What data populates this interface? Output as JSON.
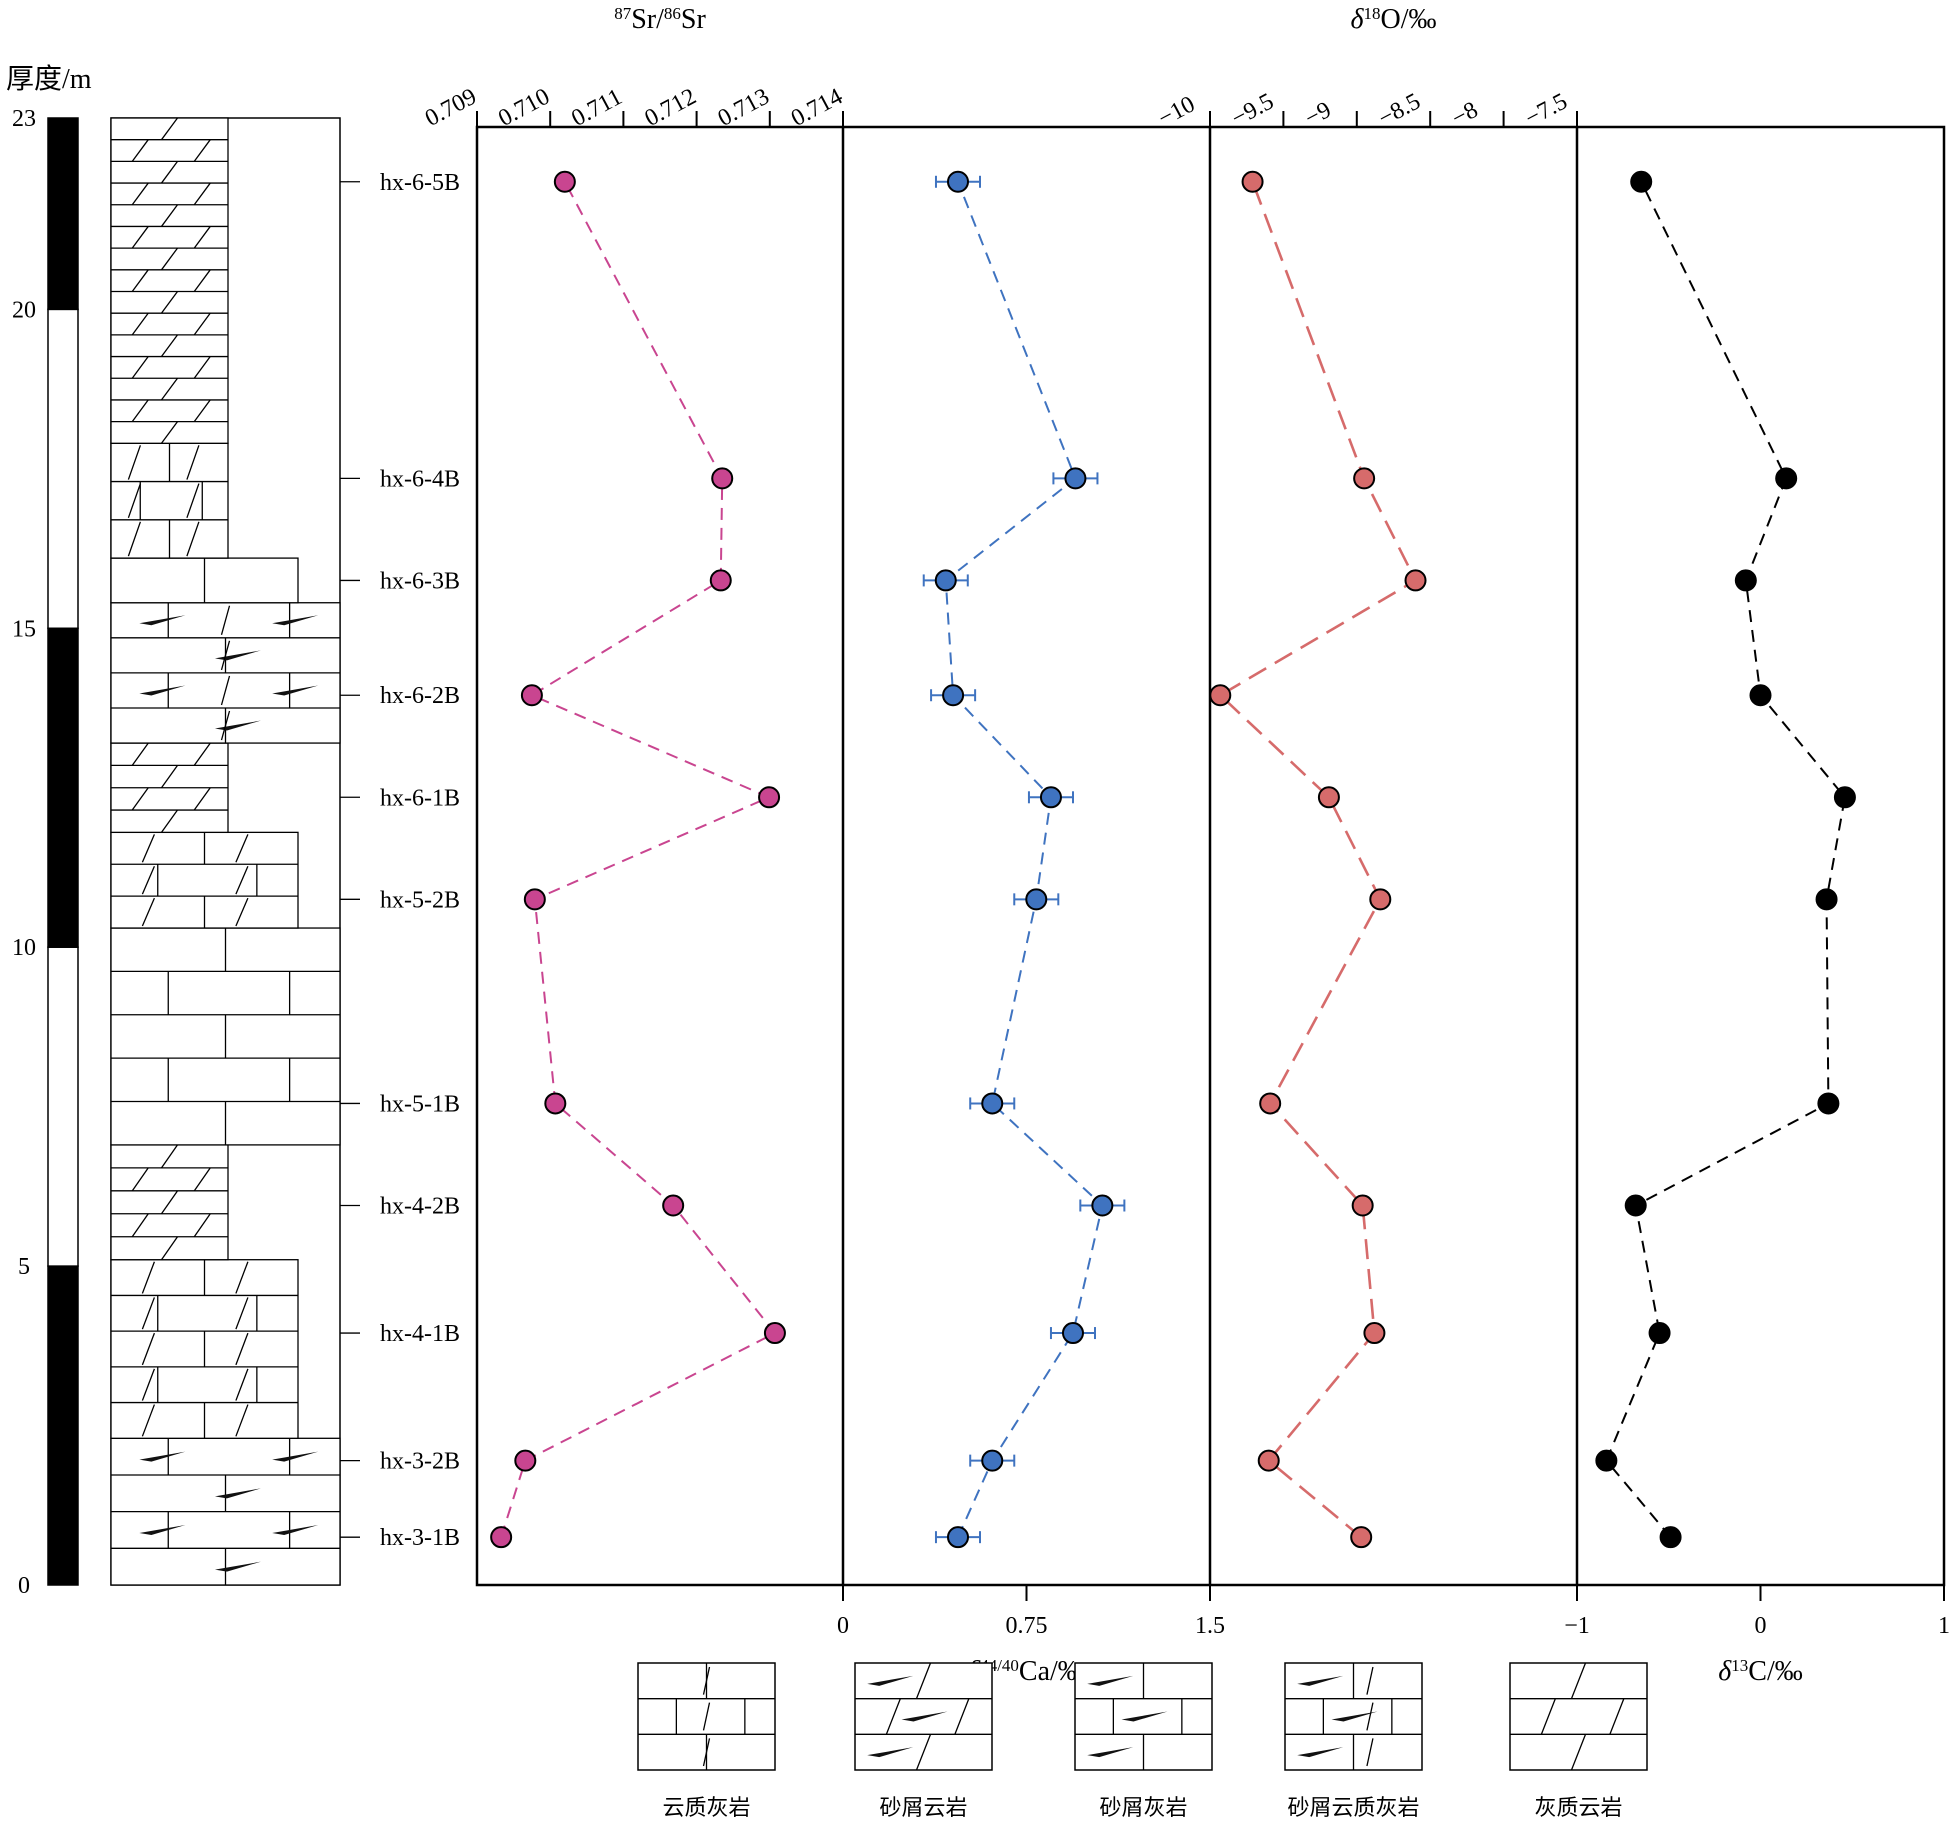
{
  "chart_data": {
    "type": "scatter",
    "y_axis": {
      "label": "厚度/m",
      "range": [
        0,
        23
      ],
      "ticks": [
        0,
        5,
        10,
        15,
        20,
        23
      ]
    },
    "samples": [
      "hx-3-1B",
      "hx-3-2B",
      "hx-4-1B",
      "hx-4-2B",
      "hx-5-1B",
      "hx-5-2B",
      "hx-6-1B",
      "hx-6-2B",
      "hx-6-3B",
      "hx-6-4B",
      "hx-6-5B"
    ],
    "depths": [
      0.75,
      1.95,
      3.95,
      5.95,
      7.55,
      10.75,
      12.35,
      13.95,
      15.75,
      17.35,
      22.0
    ],
    "panels": [
      {
        "key": "sr",
        "label_parts": [
          "87",
          "Sr/",
          "86",
          "Sr"
        ],
        "label_position": "top",
        "range": [
          0.709,
          0.714
        ],
        "ticks": [
          "0.709",
          "0.710",
          "0.711",
          "0.712",
          "0.713",
          "0.714"
        ],
        "color": "#c94590",
        "values": [
          0.70933,
          0.70966,
          0.71307,
          0.71168,
          0.71007,
          0.70979,
          0.71299,
          0.70975,
          0.71233,
          0.71235,
          0.7102
        ],
        "error": null
      },
      {
        "key": "ca",
        "label_parts": [
          "δ",
          "44/40",
          "Ca/‰",
          ""
        ],
        "label_position": "bottom",
        "range": [
          0,
          1.5
        ],
        "ticks": [
          "0",
          "0.75",
          "1.5"
        ],
        "color": "#3f73c0",
        "values": [
          0.47,
          0.61,
          0.94,
          1.06,
          0.61,
          0.79,
          0.85,
          0.45,
          0.42,
          0.95,
          0.47
        ],
        "error": [
          0.09,
          0.09,
          0.09,
          0.09,
          0.09,
          0.09,
          0.09,
          0.09,
          0.09,
          0.09,
          0.09
        ]
      },
      {
        "key": "o",
        "label_parts": [
          "δ",
          "18",
          "O/‰",
          ""
        ],
        "label_position": "top",
        "range": [
          -10,
          -7.5
        ],
        "ticks": [
          "−10",
          "−9.5",
          "−9",
          "−8.5",
          "−8",
          "−7.5"
        ],
        "color": "#d66b6b",
        "values": [
          -8.97,
          -9.6,
          -8.88,
          -8.96,
          -9.59,
          -8.84,
          -9.19,
          -9.93,
          -8.6,
          -8.95,
          -9.71
        ],
        "error": null
      },
      {
        "key": "c",
        "label_parts": [
          "δ",
          "13",
          "C/‰",
          ""
        ],
        "label_position": "bottom",
        "range": [
          -1,
          1
        ],
        "ticks": [
          "−1",
          "0",
          "1"
        ],
        "color": "#000000",
        "values": [
          -0.49,
          -0.84,
          -0.55,
          -0.68,
          0.37,
          0.36,
          0.46,
          0.0,
          -0.08,
          0.14,
          -0.65
        ],
        "error": null
      }
    ],
    "legend": [
      "云质灰岩",
      "砂屑云岩",
      "砂屑灰岩",
      "砂屑云质灰岩",
      "灰质云岩"
    ]
  }
}
